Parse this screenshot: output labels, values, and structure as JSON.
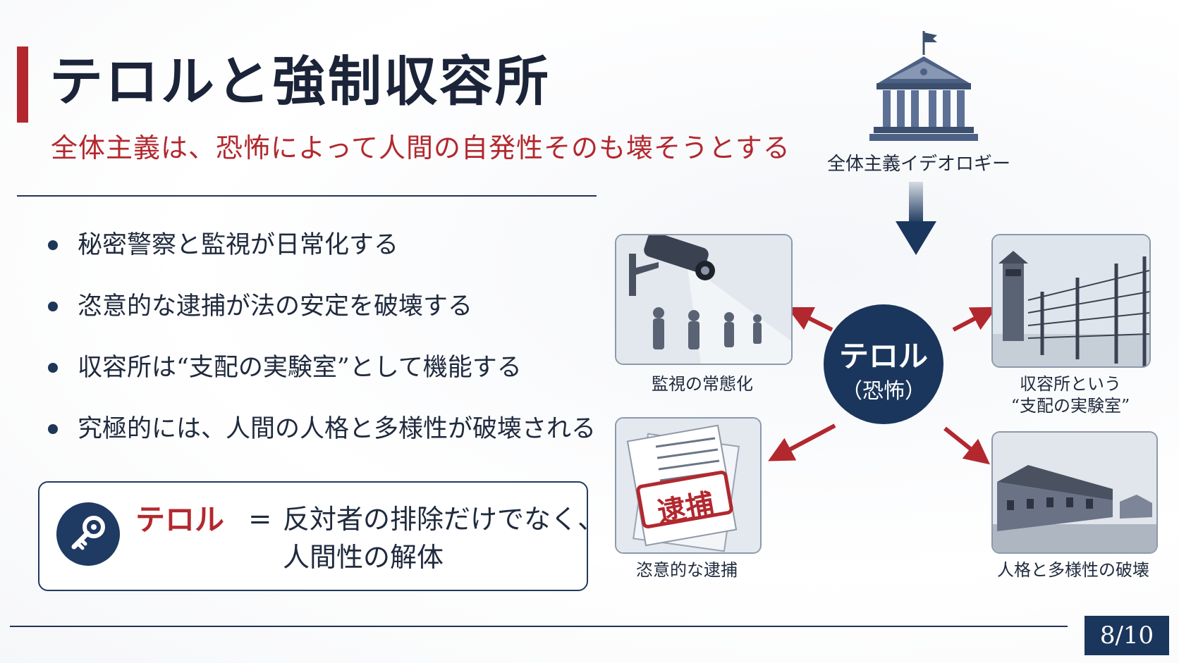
{
  "slide": {
    "title": "テロルと強制収容所",
    "subtitle": "全体主義は、恐怖によって人間の自発性そのも壊そうとする",
    "page": "8/10"
  },
  "bullets": [
    "秘密警察と監視が日常化する",
    "恣意的な逮捕が法の安定を破壊する",
    "収容所は“支配の実験室”として機能する",
    "究極的には、人間の人格と多様性が破壊される"
  ],
  "definition": {
    "term": "テロル",
    "equals": "=",
    "line1": "反対者の排除だけでなく、",
    "line2": "人間性の解体",
    "icon": "key-icon"
  },
  "diagram": {
    "top_label": "全体主義イデオロギー",
    "top_icon": "government-building-icon",
    "hub_title": "テロル",
    "hub_sub": "（恐怖）",
    "cards": {
      "surveillance": {
        "label": "監視の常態化"
      },
      "camp": {
        "label1": "収容所という",
        "label2": "“支配の実験室”"
      },
      "arrest": {
        "label": "恣意的な逮捕",
        "stamp": "逮捕"
      },
      "destruction": {
        "label": "人格と多様性の破壊"
      }
    }
  },
  "colors": {
    "accent_red": "#b2282e",
    "navy": "#1b365c",
    "text": "#1f2a3d"
  }
}
